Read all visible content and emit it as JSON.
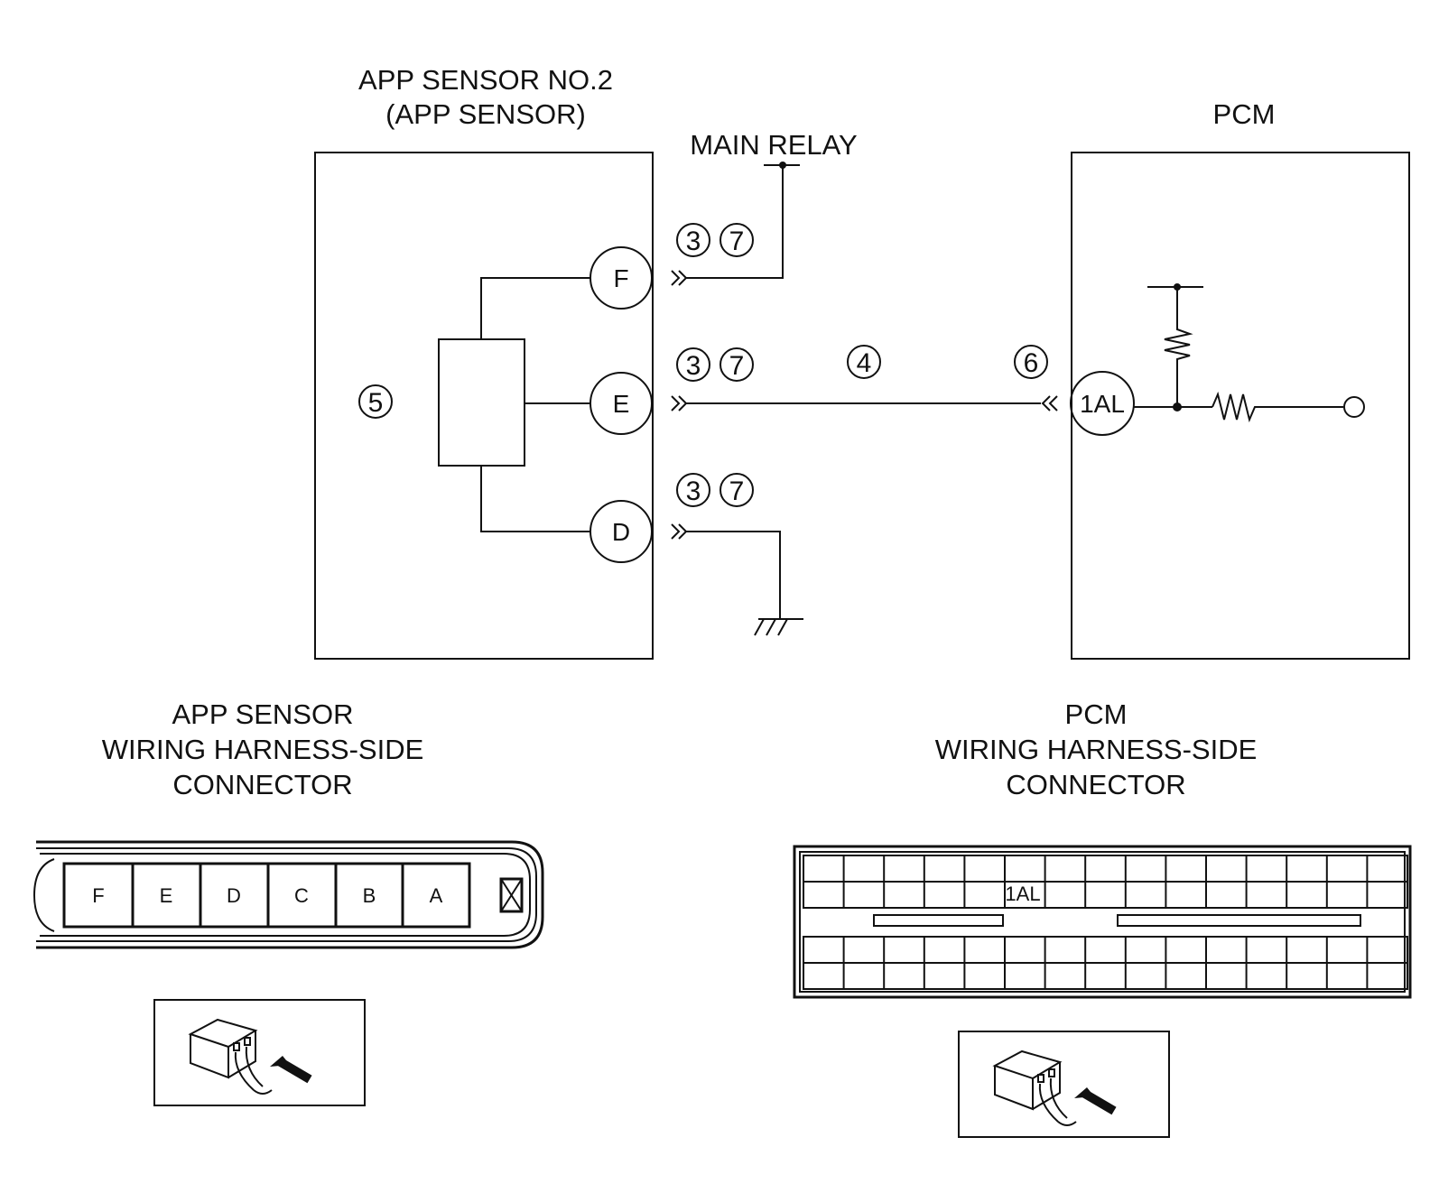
{
  "labels": {
    "sensor_title_1": "APP SENSOR NO.2",
    "sensor_title_2": "(APP SENSOR)",
    "pcm_title": "PCM",
    "main_relay": "MAIN RELAY",
    "app_conn_1": "APP SENSOR",
    "app_conn_2": "WIRING HARNESS-SIDE",
    "app_conn_3": "CONNECTOR",
    "pcm_conn_1": "PCM",
    "pcm_conn_2": "WIRING HARNESS-SIDE",
    "pcm_conn_3": "CONNECTOR"
  },
  "pins": {
    "f": "F",
    "e": "E",
    "d": "D",
    "pcm": "1AL"
  },
  "refs": {
    "r3": "3",
    "r4": "4",
    "r5": "5",
    "r6": "6",
    "r7": "7"
  },
  "app_connector_terminals": [
    "F",
    "E",
    "D",
    "C",
    "B",
    "A"
  ],
  "pcm_connector_highlight": "1AL"
}
